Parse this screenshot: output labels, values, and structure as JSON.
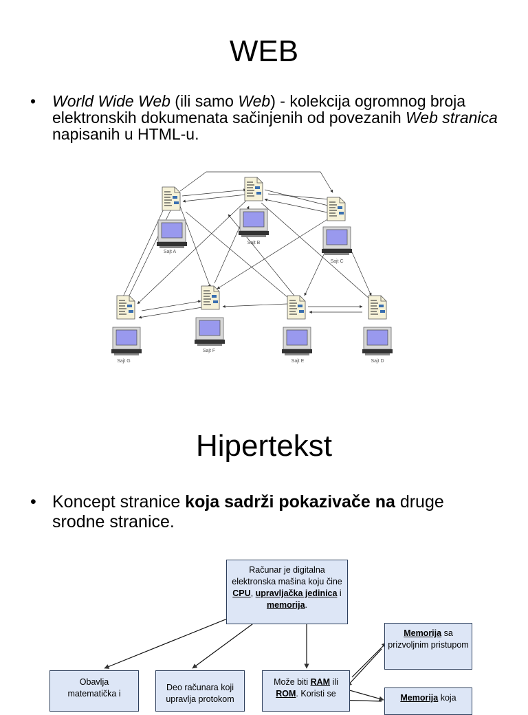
{
  "slide1": {
    "title": "WEB",
    "bullet": {
      "italic_1": "World Wide Web",
      "plain_1": " (ili samo ",
      "italic_2": "Web",
      "plain_2": ") - kolekcija ogromnog broja elektronskih dokumenata sačinjenih od povezanih ",
      "italic_3": "Web stranica",
      "plain_3": " napisanih u HTML-u."
    },
    "sites": [
      "Sajt A",
      "Sajt B",
      "Sajt C",
      "Sajt G",
      "Sajt F",
      "Sajt E",
      "Sajt D"
    ]
  },
  "slide2": {
    "title": "Hipertekst",
    "bullet": {
      "plain_1": "Koncept stranice ",
      "bold_1": "koja sadrži pokazivače na",
      "plain_2": " druge srodne stranice."
    },
    "boxes": {
      "top": {
        "t1": "Računar je digitalna elektronska mašina koju čine ",
        "l1": "CPU",
        "t2": ", ",
        "l2": "upravljačka jedinica",
        "t3": " i ",
        "l3": "memorija",
        "t4": "."
      },
      "memorija_sa": {
        "l1": "Memorija",
        "t1": " sa prizvoljnim pristupom"
      },
      "memorija_koja": {
        "l1": "Memorija",
        "t1": " koja"
      },
      "obavlja": {
        "t1": "Obavlja matematička i"
      },
      "deo": {
        "t1": "Deo računara koji upravlja protokom"
      },
      "moze": {
        "t1": "Može biti ",
        "l1": "RAM",
        "t2": " ili ",
        "l2": "ROM",
        "t3": ". Koristi se"
      }
    }
  }
}
